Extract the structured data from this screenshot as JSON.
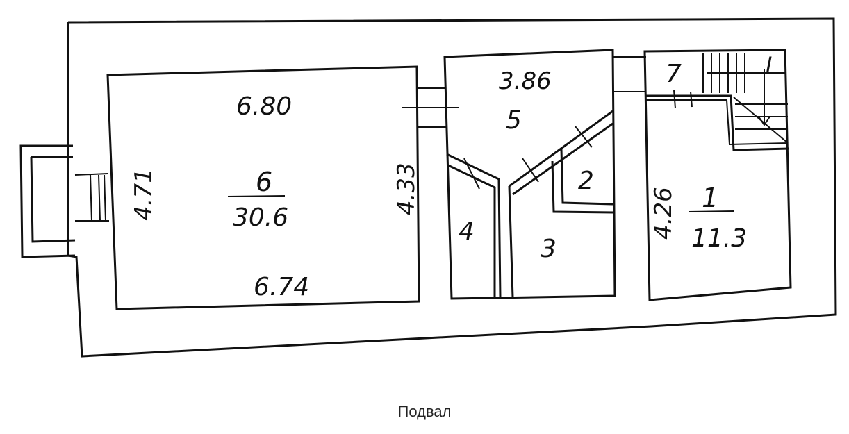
{
  "floor_label": "Подвал",
  "rooms": {
    "r6": {
      "number": "6",
      "area": "30.6",
      "dim_top": "6.80",
      "dim_bottom": "6.74",
      "dim_left": "4.71",
      "dim_right": "4.33"
    },
    "r5": {
      "number": "5",
      "dim_top": "3.86"
    },
    "r4": {
      "number": "4"
    },
    "r3": {
      "number": "3"
    },
    "r2": {
      "number": "2"
    },
    "r1": {
      "number": "1",
      "area": "11.3",
      "dim_left": "4.26"
    },
    "r7": {
      "number": "7"
    }
  },
  "stair_mark": "I",
  "colors": {
    "ink": "#111111",
    "background": "#ffffff"
  }
}
